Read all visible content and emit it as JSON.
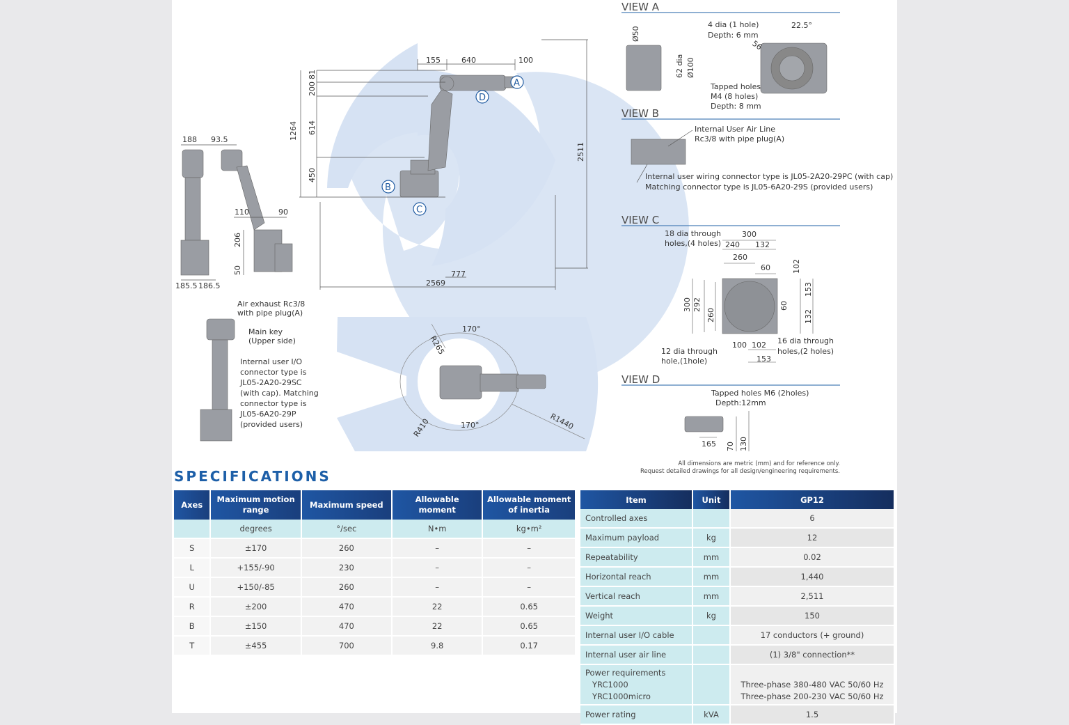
{
  "drawing": {
    "side_dims": {
      "top_188": "188",
      "top_93_5": "93.5",
      "left_110": "110",
      "left_90": "90",
      "d206": "206",
      "d50": "50",
      "b185": "185.5",
      "b186": "186.5"
    },
    "main_dims": {
      "d155": "155",
      "d640": "640",
      "d100": "100",
      "d81": "81",
      "d200": "200",
      "d1264": "1264",
      "d614": "614",
      "d450": "450",
      "d2511": "2511",
      "d777": "777",
      "d2569": "2569"
    },
    "markers": {
      "a": "A",
      "b": "B",
      "c": "C",
      "d": "D"
    },
    "side_notes": {
      "air1": "Air exhaust Rc3/8",
      "air2": "with pipe plug(A)",
      "key1": "Main key",
      "key2": "(Upper side)",
      "io1": "Internal user I/O",
      "io2": "connector type is",
      "io3": "JL05-2A20-29SC",
      "io4": "(with cap). Matching",
      "io5": "connector type is",
      "io6": "JL05-6A20-29P",
      "io7": "(provided users)"
    },
    "top_dims": {
      "r265": "R265",
      "a170_top": "170°",
      "a170_bot": "170°",
      "r410": "R410",
      "r1440": "R1440"
    },
    "view_a": {
      "title": "VIEW A",
      "d50": "Ø50",
      "d62": "62 dia",
      "d100": "Ø100",
      "hole1": "4 dia (1 hole)",
      "hole2": "Depth: 6 mm",
      "ang": "22.5°",
      "d56": "56",
      "tap1": "Tapped holes",
      "tap2": "M4 (8 holes)",
      "tap3": "Depth: 8 mm"
    },
    "view_b": {
      "title": "VIEW B",
      "air1": "Internal User Air Line",
      "air2": "Rc3/8 with pipe plug(A)",
      "wire1": "Internal user wiring connector type is JL05-2A20-29PC (with cap)",
      "wire2": "Matching connector type is JL05-6A20-29S (provided users)"
    },
    "view_c": {
      "title": "VIEW C",
      "h18a": "18 dia through",
      "h18b": "holes,(4 holes)",
      "d300t": "300",
      "d240": "240",
      "d132t": "132",
      "d260t": "260",
      "d60t": "60",
      "d102r": "102",
      "d153r": "153",
      "d60r": "60",
      "d132r": "132",
      "d300l": "300",
      "d292": "292",
      "d260l": "260",
      "h12a": "12 dia through",
      "h12b": "hole,(1hole)",
      "d100b": "100",
      "d102b": "102",
      "d153b": "153",
      "h16a": "16 dia through",
      "h16b": "holes,(2 holes)"
    },
    "view_d": {
      "title": "VIEW D",
      "tap1": "Tapped holes M6 (2holes)",
      "tap2": "Depth:12mm",
      "d165": "165",
      "d70": "70",
      "d130": "130"
    },
    "footnote1": "All dimensions are metric (mm) and for reference only.",
    "footnote2": "Request detailed drawings for all design/engineering requirements."
  },
  "specifications": {
    "title": "SPECIFICATIONS",
    "axes_table": {
      "headers": [
        "Axes",
        "Maximum motion range",
        "Maximum speed",
        "Allowable moment",
        "Allowable moment of inertia"
      ],
      "units": [
        "",
        "degrees",
        "°/sec",
        "N•m",
        "kg•m²"
      ],
      "rows": [
        [
          "S",
          "±170",
          "260",
          "–",
          "–"
        ],
        [
          "L",
          "+155/-90",
          "230",
          "–",
          "–"
        ],
        [
          "U",
          "+150/-85",
          "260",
          "–",
          "–"
        ],
        [
          "R",
          "±200",
          "470",
          "22",
          "0.65"
        ],
        [
          "B",
          "±150",
          "470",
          "22",
          "0.65"
        ],
        [
          "T",
          "±455",
          "700",
          "9.8",
          "0.17"
        ]
      ]
    },
    "gp_table": {
      "headers": [
        "Item",
        "Unit",
        "GP12"
      ],
      "rows": [
        [
          "Controlled axes",
          "",
          "6"
        ],
        [
          "Maximum payload",
          "kg",
          "12"
        ],
        [
          "Repeatability",
          "mm",
          "0.02"
        ],
        [
          "Horizontal reach",
          "mm",
          "1,440"
        ],
        [
          "Vertical reach",
          "mm",
          "2,511"
        ],
        [
          "Weight",
          "kg",
          "150"
        ],
        [
          "Internal user I/O cable",
          "",
          "17 conductors (+ ground)"
        ],
        [
          "Internal user air line",
          "",
          "(1) 3/8\" connection**"
        ]
      ],
      "power": {
        "item": "Power requirements",
        "sub1": "YRC1000",
        "sub2": "YRC1000micro",
        "val1": "Three-phase 380-480 VAC 50/60 Hz",
        "val2": "Three-phase 200-230 VAC 50/60 Hz"
      },
      "rating": [
        "Power rating",
        "kVA",
        "1.5"
      ]
    }
  }
}
